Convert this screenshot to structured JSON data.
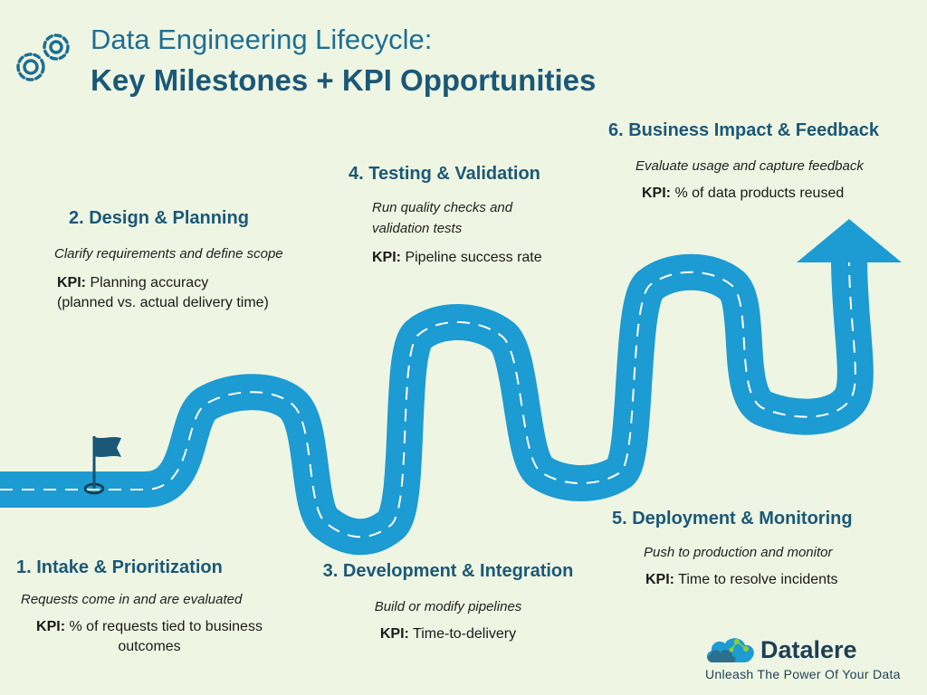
{
  "header": {
    "title_line1": "Data Engineering Lifecycle:",
    "title_line2": "Key Milestones + KPI Opportunities"
  },
  "milestones": [
    {
      "title": "1. Intake & Prioritization",
      "description": "Requests come in and are evaluated",
      "kpi_label": "KPI:",
      "kpi_text_line1": "% of requests tied to business",
      "kpi_text_line2": "outcomes"
    },
    {
      "title": "2. Design & Planning",
      "description": "Clarify requirements and define scope",
      "kpi_label": "KPI:",
      "kpi_text_line1": "Planning accuracy",
      "kpi_text_line2": "(planned vs. actual delivery time)"
    },
    {
      "title": "3. Development & Integration",
      "description": "Build or modify pipelines",
      "kpi_label": "KPI:",
      "kpi_text": "Time-to-delivery"
    },
    {
      "title": "4. Testing & Validation",
      "description_line1": "Run quality checks and",
      "description_line2": "validation tests",
      "kpi_label": "KPI:",
      "kpi_text": "Pipeline success rate"
    },
    {
      "title": "5. Deployment & Monitoring",
      "description": "Push to production and monitor",
      "kpi_label": "KPI:",
      "kpi_text": "Time to resolve incidents"
    },
    {
      "title": "6. Business Impact & Feedback",
      "description": "Evaluate usage and capture feedback",
      "kpi_label": "KPI:",
      "kpi_text": "% of data products reused"
    }
  ],
  "brand": {
    "name": "Datalere",
    "tagline": "Unleash The Power Of Your Data"
  },
  "colors": {
    "background": "#eef6e3",
    "road": "#1d9bd3",
    "heading": "#1b5877",
    "title_light": "#1f6e93"
  },
  "icons": {
    "header": "gears-icon",
    "start": "flag-icon",
    "end": "arrow-up-icon",
    "brand": "cloud-network-icon"
  }
}
